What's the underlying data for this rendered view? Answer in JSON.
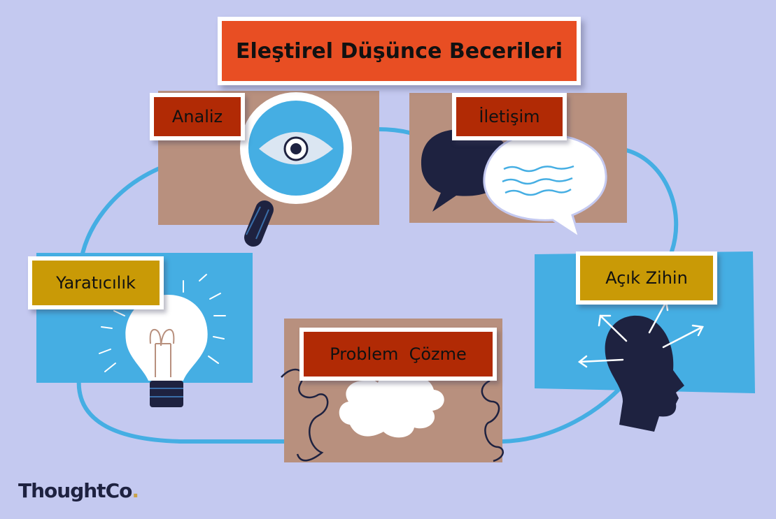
{
  "title": "Eleştirel Düşünce Becerileri",
  "skills": {
    "analiz": "Analiz",
    "iletisim": "İletişim",
    "yaraticilik": "Yaratıcılık",
    "acik_zihin": "Açık Zihin",
    "problem_cozme": "Problem  Çözme"
  },
  "brand": {
    "name": "ThoughtCo",
    "dot": "."
  },
  "colors": {
    "background": "#c4c9f0",
    "title_box": "#e84e23",
    "label_red": "#b12a05",
    "label_gold": "#c99a06",
    "panel_tan": "#b8907e",
    "panel_blue": "#45aee3",
    "dark_navy": "#1e2240",
    "cycle_line": "#45aee3"
  },
  "icons": [
    "magnifier-eye-icon",
    "speech-bubbles-icon",
    "light-bulb-icon",
    "head-arrows-icon",
    "puzzle-piece-icon"
  ]
}
